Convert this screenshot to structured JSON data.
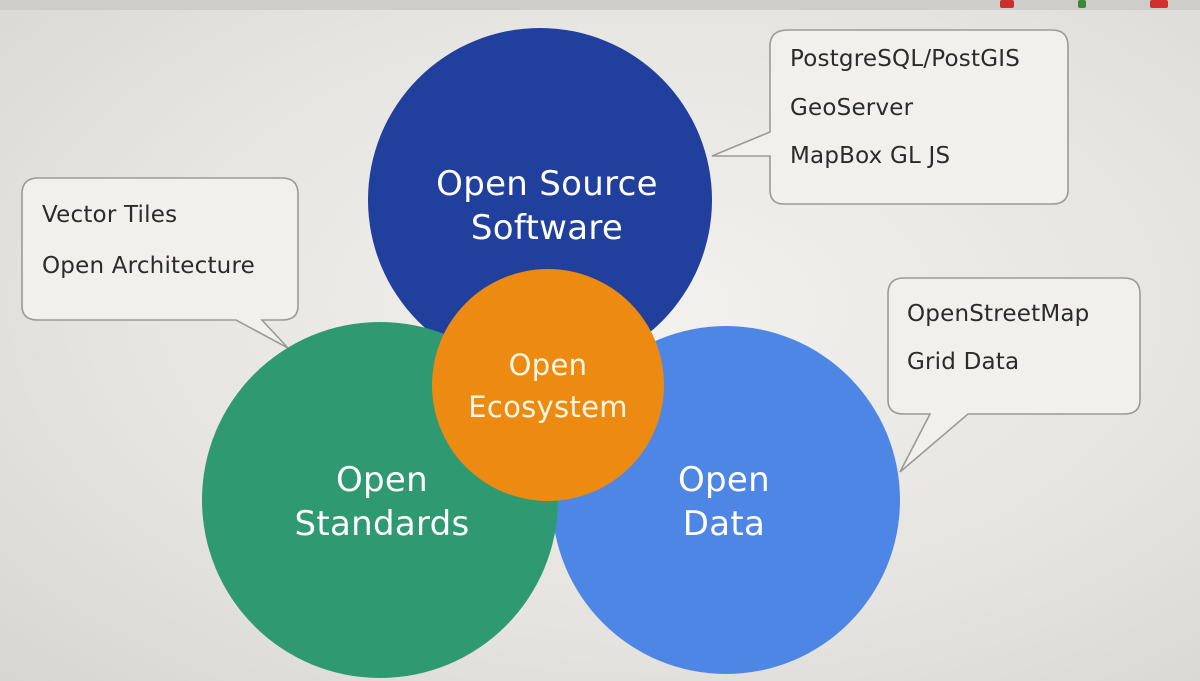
{
  "colors": {
    "open_source_software": "#213f9c",
    "open_standards": "#2f9a72",
    "open_data": "#4e86e6",
    "open_ecosystem": "#ec8a12",
    "callout_border": "#9a9a9a",
    "callout_text": "#2b2b2b"
  },
  "circles": {
    "open_source_software": {
      "line1": "Open Source",
      "line2": "Software"
    },
    "open_standards": {
      "line1": "Open",
      "line2": "Standards"
    },
    "open_data": {
      "line1": "Open",
      "line2": "Data"
    },
    "open_ecosystem": {
      "line1": "Open",
      "line2": "Ecosystem"
    }
  },
  "callouts": {
    "software": {
      "items": [
        "PostgreSQL/PostGIS",
        "GeoServer",
        "MapBox GL JS"
      ]
    },
    "standards": {
      "items": [
        "Vector Tiles",
        "Open Architecture"
      ]
    },
    "data": {
      "items": [
        "OpenStreetMap",
        "Grid Data"
      ]
    }
  },
  "icons": [
    "toolbar-icon-red",
    "toolbar-icon-green",
    "toolbar-icon-red-2"
  ]
}
